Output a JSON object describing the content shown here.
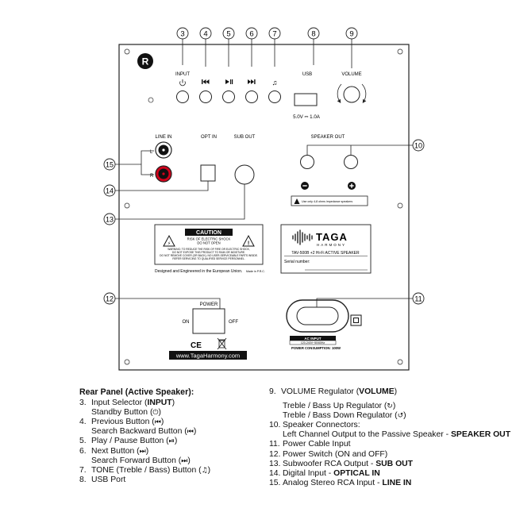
{
  "panel": {
    "logo_letter": "R",
    "labels": {
      "input": "INPUT",
      "usb": "USB",
      "volume": "VOLUME",
      "usb_rating": "5.0V ⎓ 1.0A",
      "line_in": "LINE IN",
      "left": "L",
      "right": "R",
      "opt_in": "OPT IN",
      "sub_out": "SUB OUT",
      "speaker_out": "SPEAKER OUT",
      "impedance": "Use only 4-8 ohms impedance speakers",
      "caution": "CAUTION",
      "caution_sub1": "RISK OF ELECTRIC SHOCK",
      "caution_sub2": "DO NOT OPEN",
      "warning_lines": [
        "WARNING: TO REDUCE THE RISK OF FIRE OR ELECTRIC SHOCK,",
        "DO NOT EXPOSE THIS PRODUCT TO RAIN OR MOISTURE.",
        "DO NOT REMOVE COVER (OR BACK). NO USER-SERVICEABLE PARTS INSIDE.",
        "REFER SERVICING TO QUALIFIED SERVICE PERSONNEL."
      ],
      "designed": "Designed and Engineered in the European Union.",
      "made_in": "Made in P.R.C.",
      "brand": "TAGA",
      "brand_sub": "HARMONY",
      "model": "TAV-500B +2 Hi-Fi ACTIVE SPEAKER",
      "serial": "Serial number:",
      "power": "POWER",
      "on": "ON",
      "off": "OFF",
      "ce": "CE",
      "website": "www.TagaHarmony.com",
      "ac_input": "AC INPUT",
      "ac_rating": "120-240V~50/60Hz",
      "consumption": "POWER CONSUMPTION: 100W"
    },
    "callouts": [
      "3",
      "4",
      "5",
      "6",
      "7",
      "8",
      "9",
      "10",
      "11",
      "12",
      "13",
      "14",
      "15"
    ],
    "icons": {
      "standby": "power-standby-icon",
      "prev": "previous-track-icon",
      "play": "play-pause-icon",
      "next": "next-track-icon",
      "tone": "music-note-icon"
    }
  },
  "legend": {
    "title": "Rear Panel (Active Speaker):",
    "left": [
      {
        "num": "3.",
        "pre": "Input Selector (",
        "bold": "INPUT",
        "post": ")"
      },
      {
        "num": "",
        "pre": "Standby Button (",
        "icon": "⏻",
        "post": ")"
      },
      {
        "num": "4.",
        "pre": "Previous Button (",
        "icon": "⏮",
        "post": ")"
      },
      {
        "num": "",
        "pre": "Search Backward Button (",
        "icon": "⏮",
        "post": ")"
      },
      {
        "num": "5.",
        "pre": "Play / Pause Button (",
        "icon": "⏯",
        "post": ")"
      },
      {
        "num": "6.",
        "pre": "Next Button (",
        "icon": "⏭",
        "post": ")"
      },
      {
        "num": "",
        "pre": "Search Forward Button (",
        "icon": "⏭",
        "post": ")"
      },
      {
        "num": "7.",
        "pre": "TONE (Treble / Bass) Button (",
        "icon": "♫",
        "post": ")"
      },
      {
        "num": "8.",
        "pre": "USB Port",
        "post": ""
      }
    ],
    "right": [
      {
        "num": "9.",
        "pre": "VOLUME Regulator (",
        "bold": "VOLUME",
        "post": ")"
      },
      {
        "num": "",
        "pre": "Treble / Bass Up Regulator (",
        "icon": "↻",
        "post": ")"
      },
      {
        "num": "",
        "pre": "Treble / Bass Down Regulator (",
        "icon": "↺",
        "post": ")"
      },
      {
        "num": "10.",
        "pre": "Speaker Connectors:",
        "post": ""
      },
      {
        "num": "",
        "pre": "Left Channel Output to the Passive Speaker - ",
        "bold": "SPEAKER OUT",
        "post": ""
      },
      {
        "num": "11.",
        "pre": "Power Cable Input",
        "post": ""
      },
      {
        "num": "12.",
        "pre": "Power Switch (ON and OFF)",
        "post": ""
      },
      {
        "num": "13.",
        "pre": "Subwoofer RCA Output - ",
        "bold": "SUB OUT",
        "post": ""
      },
      {
        "num": "14.",
        "pre": "Digital Input - ",
        "bold": "OPTICAL IN",
        "post": ""
      },
      {
        "num": "15.",
        "pre": "Analog Stereo RCA Input - ",
        "bold": "LINE IN",
        "post": ""
      }
    ]
  },
  "colors": {
    "panel": "#ffffff",
    "stroke": "#222222",
    "red_jack": "#d0021b",
    "black": "#111111"
  }
}
